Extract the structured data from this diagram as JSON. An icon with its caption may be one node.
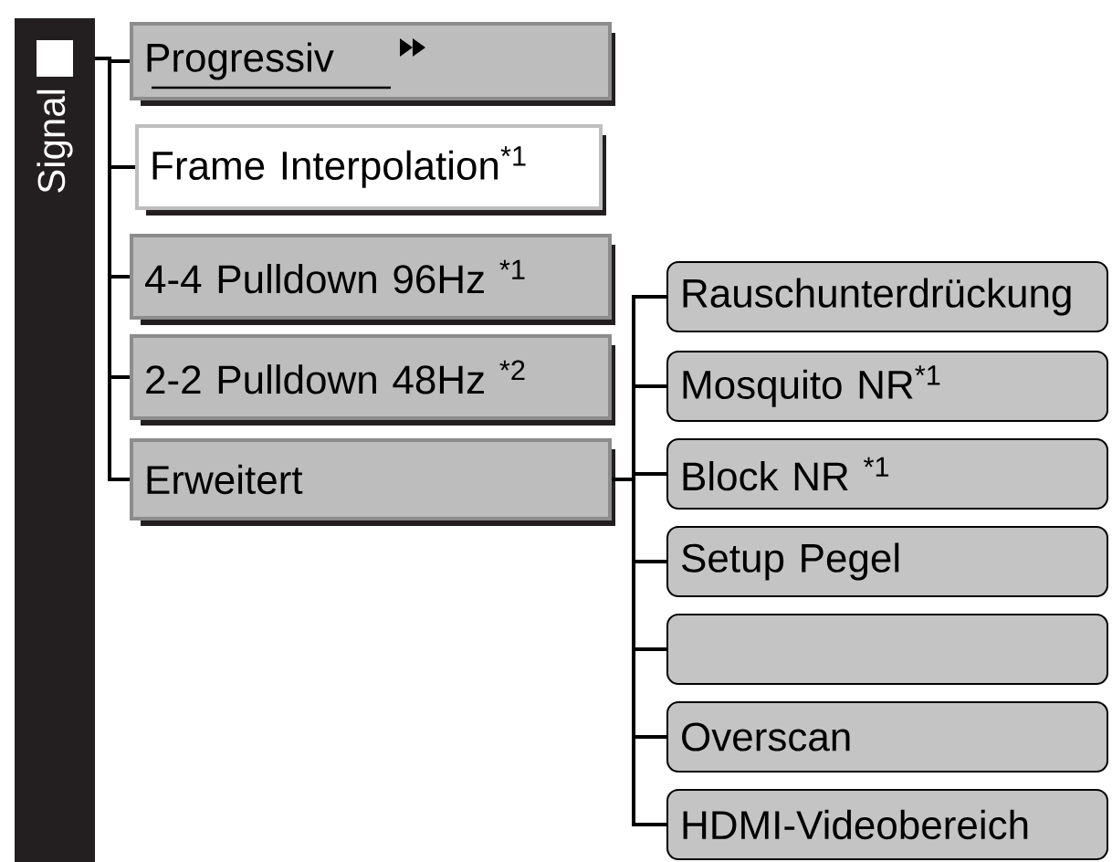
{
  "diagram": {
    "nodes": [
      {
        "text": [
          "Signal"
        ]
      },
      {
        "text": [
          "Progressiv"
        ]
      },
      {
        "text": [
          "Frame Interpolation$^{*1}$"
        ]
      },
      {
        "text": [
          "4-4 Pulldown 96Hz $^{*1}$"
        ]
      },
      {
        "text": [
          "2-2 Pulldown 48Hz $^{*2}$"
        ]
      },
      {
        "text": [
          "Erweitert"
        ]
      },
      {
        "text": [
          "Rauschunterdrückung"
        ]
      },
      {
        "text": [
          "Mosquito NR$^{*1}$"
        ]
      },
      {
        "text": [
          "Block NR $^{*1}$"
        ]
      },
      {
        "text": [
          "Setup Pegel"
        ]
      },
      {
        "text": [],
        "shape": "box"
      },
      {
        "text": [
          "Overscan"
        ]
      },
      {
        "text": [
          "HDMI-Videobereich"
        ]
      }
    ],
    "edges": [
      {
        "from": 0,
        "to": 1,
        "arrow": "none"
      },
      {
        "from": 0,
        "to": 2,
        "arrow": "none"
      },
      {
        "from": 0,
        "to": 3,
        "arrow": "none"
      },
      {
        "from": 0,
        "to": 4,
        "arrow": "none"
      },
      {
        "from": 0,
        "to": 5,
        "arrow": "none"
      },
      {
        "from": 5,
        "to": 6,
        "arrow": "none"
      },
      {
        "from": 5,
        "to": 7,
        "arrow": "none"
      },
      {
        "from": 5,
        "to": 8,
        "arrow": "none"
      },
      {
        "from": 5,
        "to": 9,
        "arrow": "none"
      },
      {
        "from": 5,
        "to": 10,
        "arrow": "none"
      },
      {
        "from": 5,
        "to": 11,
        "arrow": "none"
      },
      {
        "from": 5,
        "to": 12,
        "arrow": "none"
      }
    ]
  }
}
